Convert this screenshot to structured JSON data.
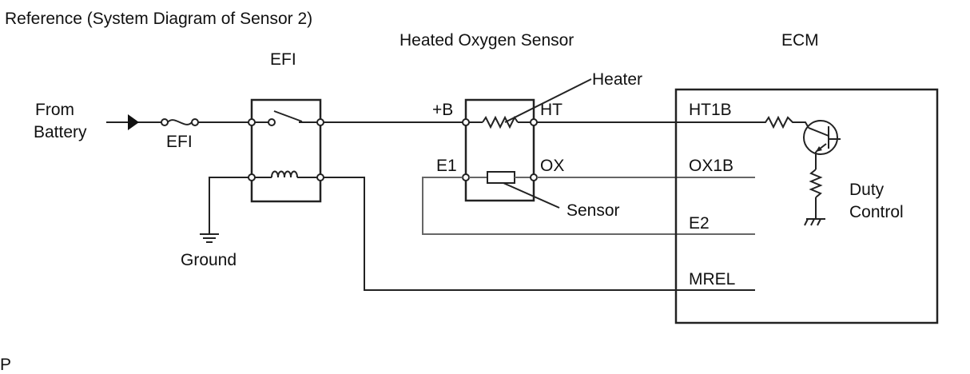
{
  "title": "Reference (System Diagram of Sensor 2)",
  "footer_mark": "P",
  "labels": {
    "from_battery_line1": "From",
    "from_battery_line2": "Battery",
    "fuse_efi": "EFI",
    "relay_efi": "EFI",
    "ground": "Ground",
    "sensor_block": "Heated Oxygen Sensor",
    "heater": "Heater",
    "sensor": "Sensor",
    "pin_plus_b": "+B",
    "pin_ht": "HT",
    "pin_e1": "E1",
    "pin_ox": "OX",
    "ecm": "ECM",
    "ecm_ht1b": "HT1B",
    "ecm_ox1b": "OX1B",
    "ecm_e2": "E2",
    "ecm_mrel": "MREL",
    "duty_line1": "Duty",
    "duty_line2": "Control"
  }
}
